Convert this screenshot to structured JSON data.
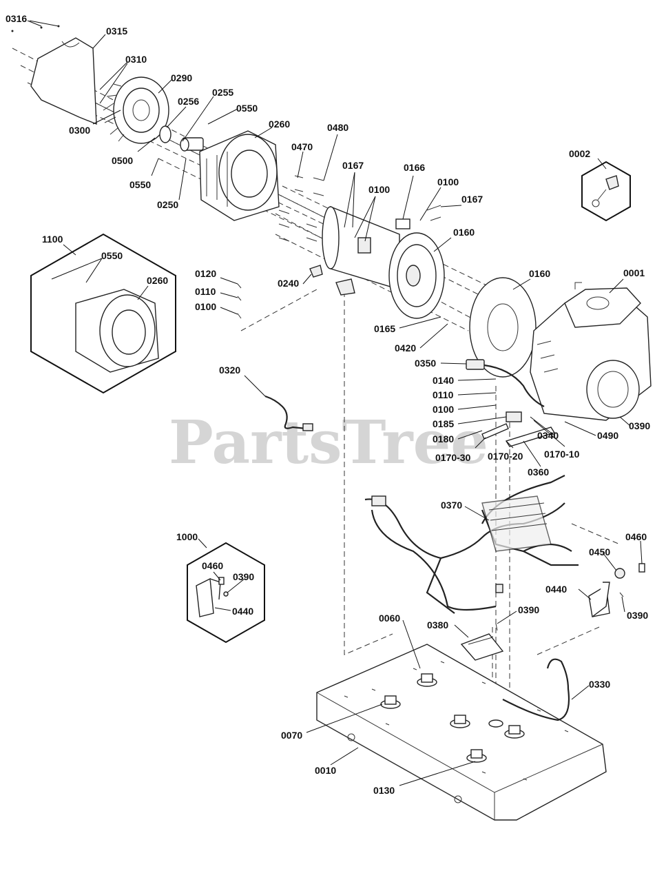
{
  "watermark": "PartsTree",
  "callouts": {
    "c0316": "0316",
    "c0315": "0315",
    "c0310": "0310",
    "c0290": "0290",
    "c0300": "0300",
    "c0255": "0255",
    "c0256": "0256",
    "c0550a": "0550",
    "c0260a": "0260",
    "c0500": "0500",
    "c0550b": "0550",
    "c0250": "0250",
    "c0480": "0480",
    "c0470": "0470",
    "c0167a": "0167",
    "c0166": "0166",
    "c0100a": "0100",
    "c0100b": "0100",
    "c0167b": "0167",
    "c0002": "0002",
    "c1100": "1100",
    "c0550c": "0550",
    "c0260b": "0260",
    "c0160a": "0160",
    "c0120a": "0120",
    "c0110a": "0110",
    "c0100c": "0100",
    "c0240": "0240",
    "c0160b": "0160",
    "c0001": "0001",
    "c0165": "0165",
    "c0420": "0420",
    "c0350": "0350",
    "c0320": "0320",
    "c0140": "0140",
    "c0110b": "0110",
    "c0100d": "0100",
    "c0185": "0185",
    "c0180": "0180",
    "c0340": "0340",
    "c0490": "0490",
    "c0390a": "0390",
    "c0170_30": "0170-30",
    "c0170_20": "0170-20",
    "c0170_10": "0170-10",
    "c0360": "0360",
    "c0370": "0370",
    "c0460a": "0460",
    "c1000": "1000",
    "c0460b": "0460",
    "c0390b": "0390",
    "c0440a": "0440",
    "c0450": "0450",
    "c0440b": "0440",
    "c0390c": "0390",
    "c0060": "0060",
    "c0390d": "0390",
    "c0380": "0380",
    "c0330": "0330",
    "c0070": "0070",
    "c0010": "0010",
    "c0130": "0130"
  }
}
